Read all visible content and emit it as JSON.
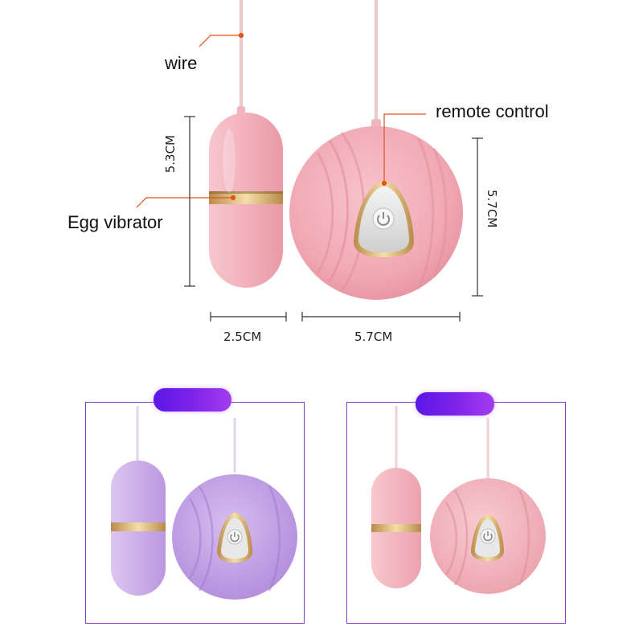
{
  "labels": {
    "wire": "wire",
    "remote_control": "remote control",
    "egg_vibrator": "Egg vibrator"
  },
  "dimensions": {
    "egg_height": "5.3CM",
    "remote_height": "5.7CM",
    "egg_width": "2.5CM",
    "remote_width": "5.7CM"
  },
  "colors": {
    "pink": "#f4b6bf",
    "lilac": "#c7a6e6",
    "leader_line": "#e0541c",
    "frame": "#8a3fc2",
    "pill": "#6a1fe8"
  },
  "icons": [
    "power-icon"
  ]
}
